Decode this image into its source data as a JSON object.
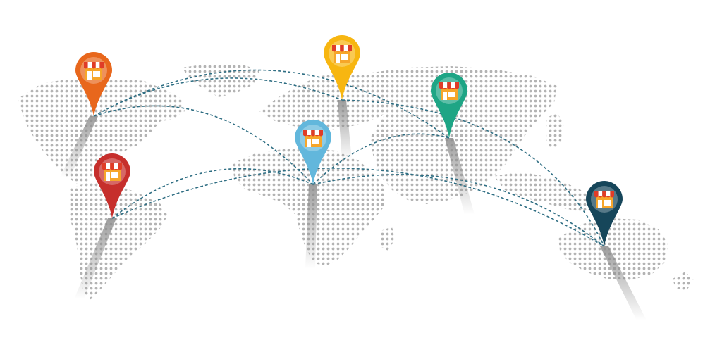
{
  "map": {
    "dot_color": "#b3b3b3",
    "route_color": "#2f6e83",
    "shadow_color": "#9a9a9a"
  },
  "pins": [
    {
      "id": "north-america-west",
      "color": "#e8671c",
      "icon": "storefront-icon"
    },
    {
      "id": "central-america",
      "color": "#c62f2c",
      "icon": "storefront-icon"
    },
    {
      "id": "north-europe",
      "color": "#f7b611",
      "icon": "storefront-icon"
    },
    {
      "id": "africa",
      "color": "#62b7dc",
      "icon": "storefront-icon"
    },
    {
      "id": "central-asia",
      "color": "#1ea585",
      "icon": "storefront-icon"
    },
    {
      "id": "oceania",
      "color": "#16465a",
      "icon": "storefront-icon"
    }
  ],
  "routes": [
    {
      "from": "north-america-west",
      "to": "north-europe"
    },
    {
      "from": "north-america-west",
      "to": "africa"
    },
    {
      "from": "north-america-west",
      "to": "central-asia"
    },
    {
      "from": "central-america",
      "to": "africa"
    },
    {
      "from": "central-america",
      "to": "oceania"
    },
    {
      "from": "north-europe",
      "to": "oceania"
    },
    {
      "from": "africa",
      "to": "central-asia"
    },
    {
      "from": "africa",
      "to": "oceania"
    }
  ]
}
